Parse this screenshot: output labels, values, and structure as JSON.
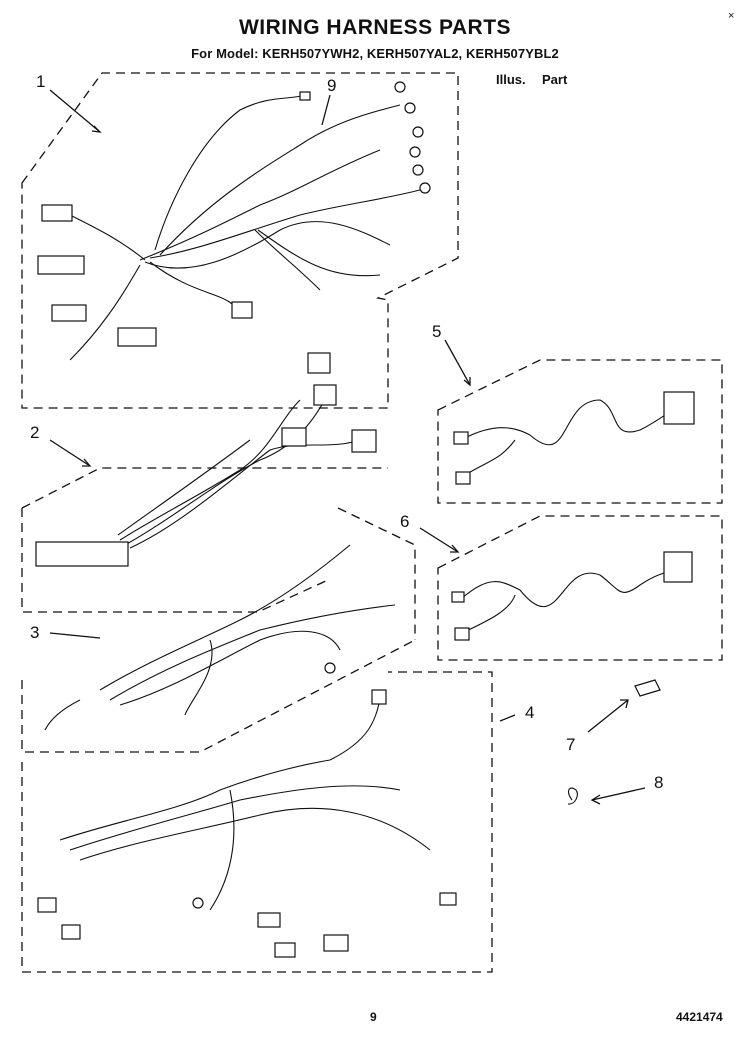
{
  "header": {
    "title": "WIRING HARNESS PARTS",
    "subtitle": "For Model: KERH507YWH2, KERH507YAL2, KERH507YBL2",
    "col_illus": "Illus.",
    "col_part": "Part"
  },
  "callouts": [
    "1",
    "2",
    "3",
    "4",
    "5",
    "6",
    "7",
    "8",
    "9"
  ],
  "footer": {
    "page_number": "9",
    "doc_number": "4421474"
  },
  "corner_mark": "×"
}
